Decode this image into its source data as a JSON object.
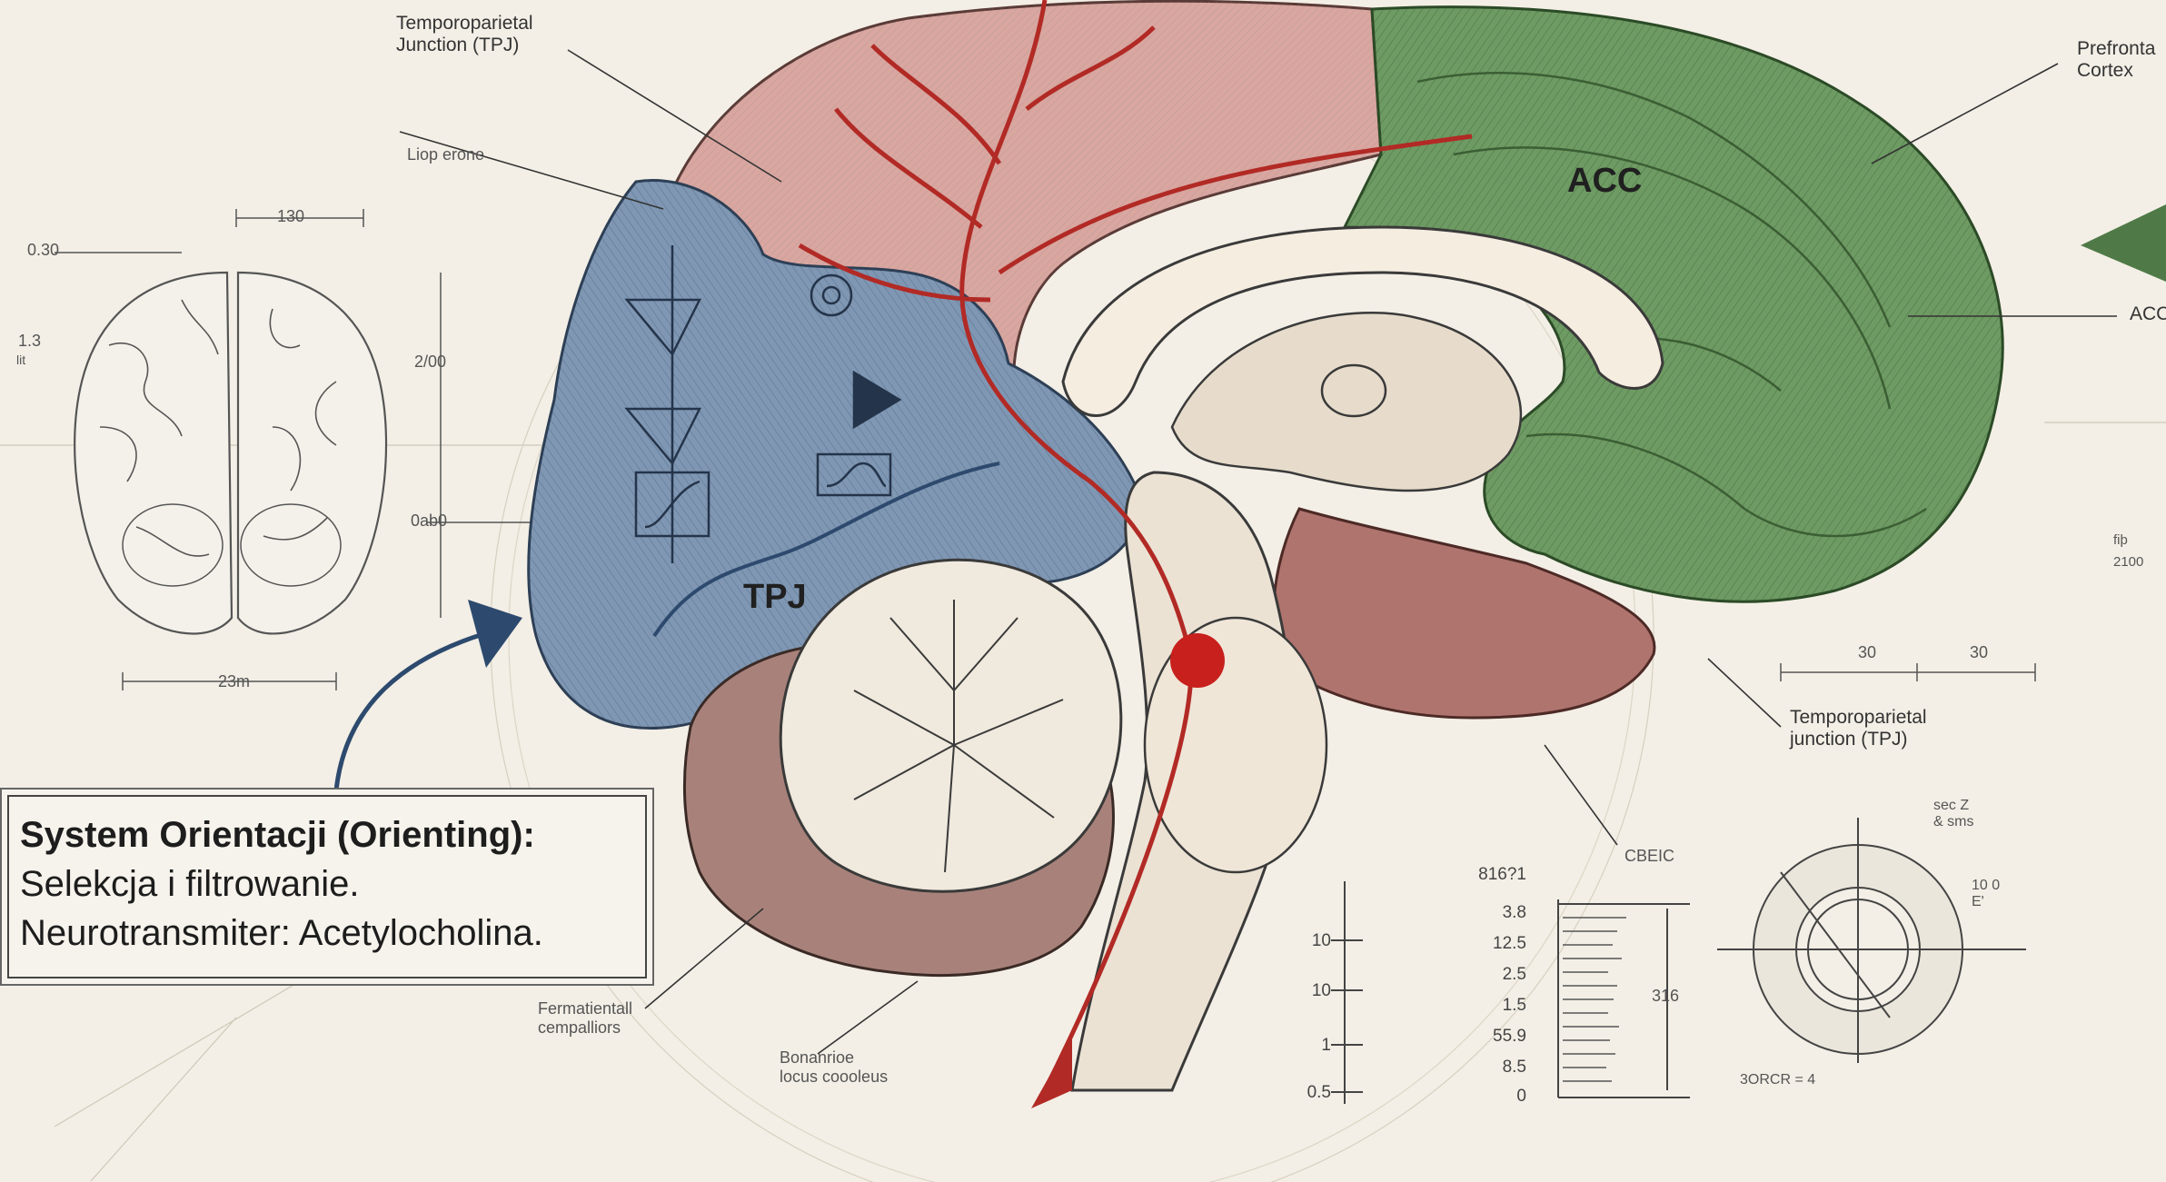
{
  "labels": {
    "tpj_top": "Temporoparietal\nJunction (TPJ)",
    "liop": "Liop erone",
    "prefrontal": "Prefronta\nCortex",
    "acc_side": "ACC",
    "acc_region": "ACC",
    "tpj_region": "TPJ",
    "tpj_bottom": "Temporoparietal\njunction (TPJ)",
    "cbeic": "CBEIC",
    "fermatiental": "Fermatientall\ncempalliors",
    "locus": "Bonanrioe\nlocus coooleus"
  },
  "callout": {
    "title": "System Orientacji (Orienting):",
    "line1": "Selekcja i filtrowanie.",
    "line2": "Neurotransmiter: Acetylocholina."
  },
  "dimensions": {
    "top_width": "130",
    "left_a": "0.30",
    "left_b": "1.3",
    "left_b2": "lit",
    "mid_a": "2/00",
    "mid_b": "0ab0",
    "bottom": "23m",
    "right_a": "30",
    "right_b": "30",
    "right_small_a": "fiþ",
    "right_small_b": "2100"
  },
  "scale_left": {
    "values": [
      "10",
      "10",
      "1",
      "0.5"
    ]
  },
  "scale_mid": {
    "header": "816?1",
    "values": [
      "3.8",
      "12.5",
      "2.5",
      "1.5",
      "55.9",
      "8.5",
      "0"
    ],
    "side": "316"
  },
  "dial": {
    "label_a": "sec Z\n& sms",
    "label_b": "10 0\nE'",
    "label_c": "3ORCR = 4"
  },
  "colors": {
    "tpj_blue": "#5d7a9c",
    "parietal_red": "#c98c87",
    "frontal_green": "#4f7a47",
    "artery_red": "#b22a25",
    "paper": "#f3efe6"
  }
}
